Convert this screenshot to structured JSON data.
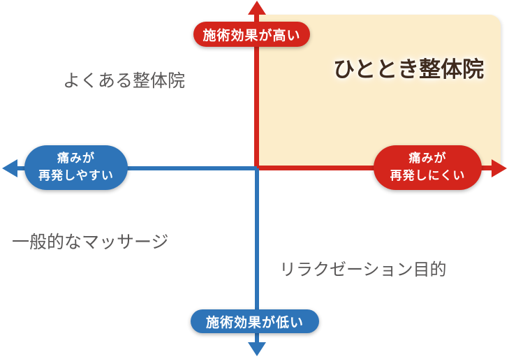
{
  "diagram": {
    "type": "quadrant-positioning-map",
    "axes": {
      "top_label": "施術効果が高い",
      "bottom_label": "施術効果が低い",
      "left_label": {
        "line1": "痛みが",
        "line2": "再発しやすい"
      },
      "right_label": {
        "line1": "痛みが",
        "line2": "再発しにくい"
      }
    },
    "quadrants": {
      "top_right_brand": "ひととき整体院",
      "top_left": "よくある整体院",
      "bottom_left": "一般的なマッサージ",
      "bottom_right": "リラクゼーション目的"
    }
  },
  "colors": {
    "red": "#d4251c",
    "blue": "#2e74b8",
    "cream": "#fcedca",
    "brand-text": "#3f2b1e",
    "gray-text": "#595757",
    "background": "#ffffff"
  }
}
